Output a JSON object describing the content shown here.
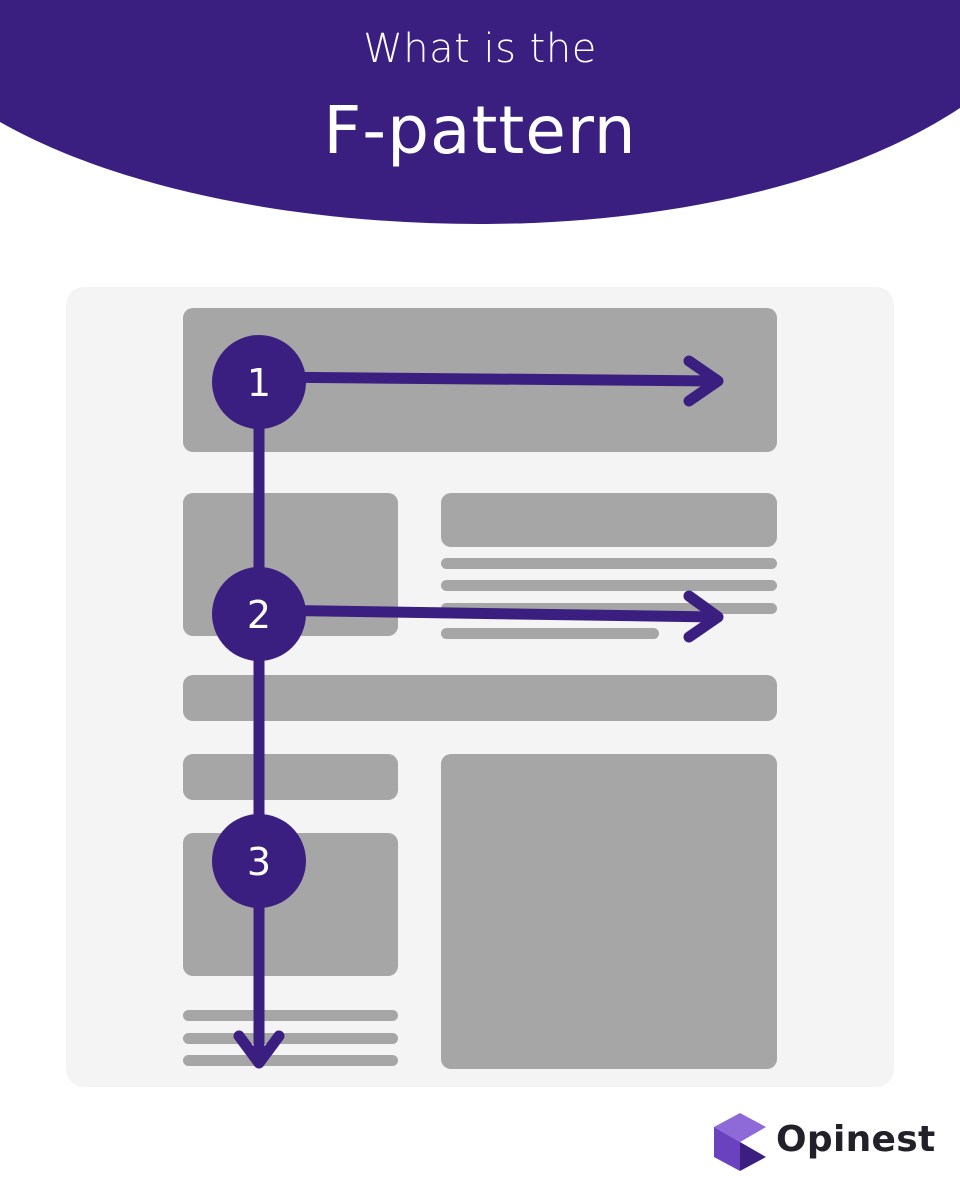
{
  "header": {
    "subtitle": "What is the",
    "title": "F-pattern"
  },
  "steps": [
    {
      "label": "1"
    },
    {
      "label": "2"
    },
    {
      "label": "3"
    }
  ],
  "brand": {
    "name": "Opinest"
  },
  "colors": {
    "accent": "#3b1f80",
    "panel": "#f4f4f4",
    "placeholder": "#a6a6a6",
    "text_light": "#ffffff",
    "logo_text": "#222129",
    "logo_light": "#8e69d8",
    "logo_mid": "#6a42bf",
    "logo_dark": "#3b1f80"
  },
  "icons": {
    "logo": "opinest-logo-icon",
    "arrow": "arrow-right-icon",
    "arrow_down": "arrow-down-icon"
  }
}
